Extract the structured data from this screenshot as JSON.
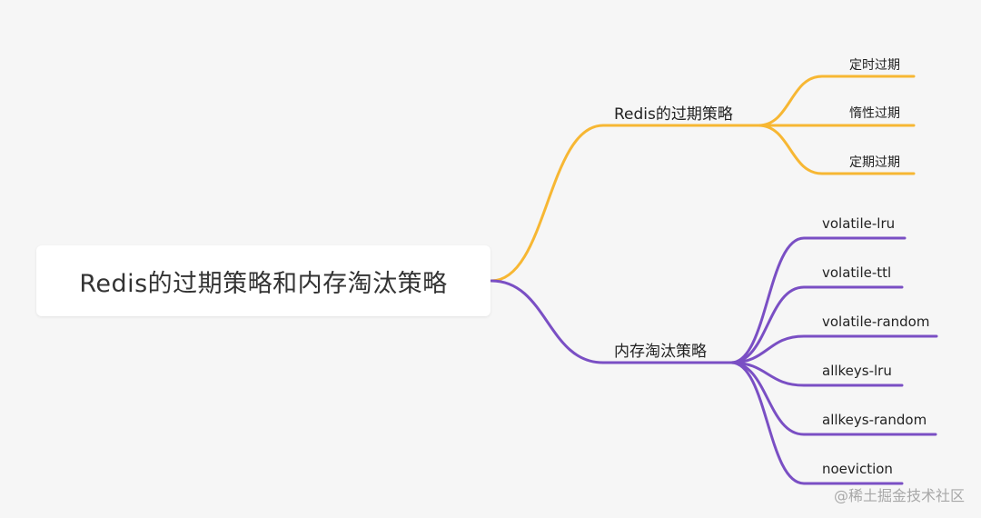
{
  "root": {
    "label": "Redis的过期策略和内存淘汰策略"
  },
  "branches": [
    {
      "label": "Redis的过期策略",
      "color": "#f7b733",
      "children": [
        "定时过期",
        "惰性过期",
        "定期过期"
      ]
    },
    {
      "label": "内存淘汰策略",
      "color": "#7a4fc4",
      "children": [
        "volatile-lru",
        "volatile-ttl",
        "volatile-random",
        "allkeys-lru",
        "allkeys-random",
        "noeviction"
      ]
    }
  ],
  "watermark": "@稀土掘金技术社区"
}
